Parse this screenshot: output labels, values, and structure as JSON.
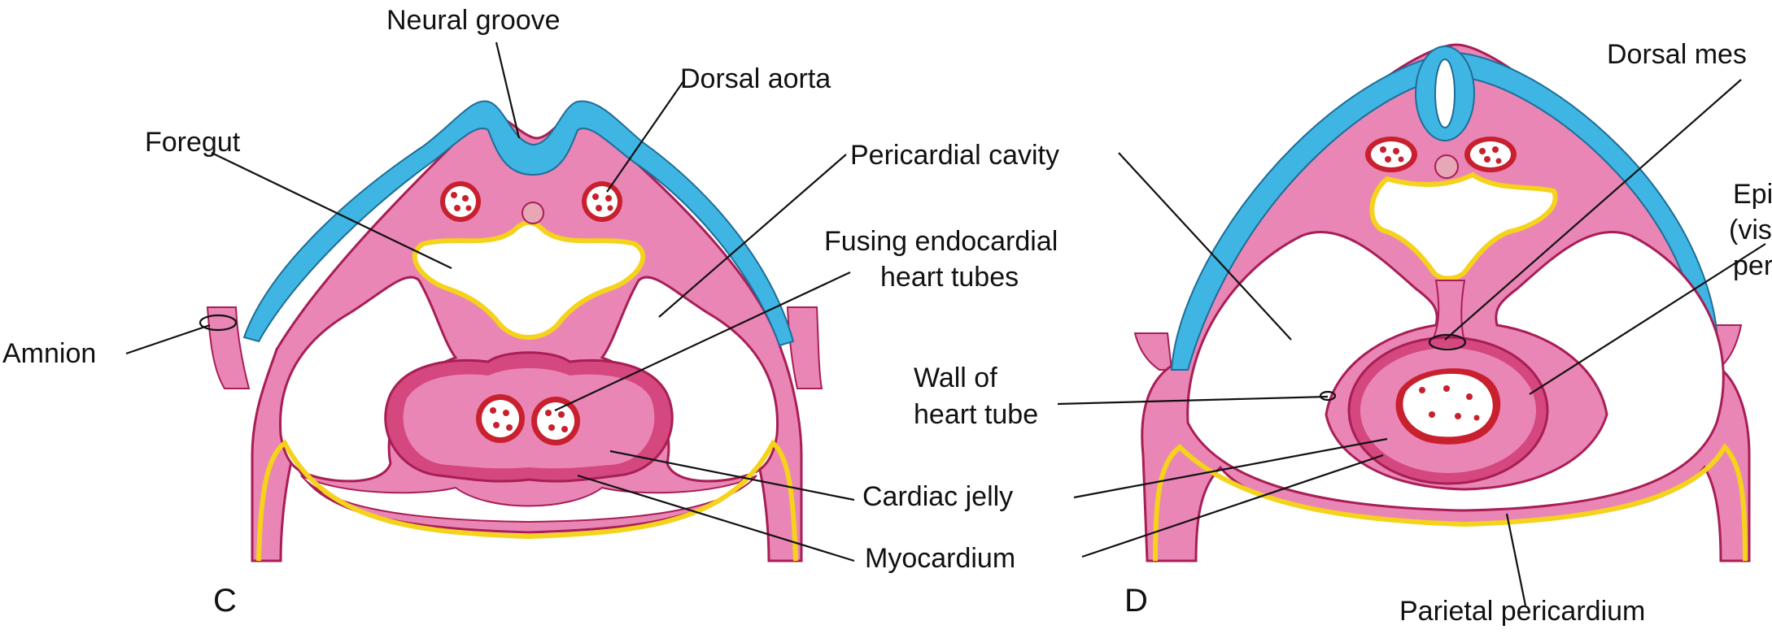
{
  "colors": {
    "tissue": "#e986b5",
    "tissue_dark": "#d4477f",
    "outline": "#a81e55",
    "ectoderm": "#3fb5e3",
    "endoderm": "#f5d21b",
    "blood_vessel": "#c8202e",
    "lumen": "#ffffff"
  },
  "panels": [
    {
      "letter": "C",
      "labels": {
        "neural_groove": "Neural groove",
        "dorsal_aorta": "Dorsal aorta",
        "foregut": "Foregut",
        "pericardial_cavity": "Pericardial cavity",
        "fusing_line1": "Fusing endocardial",
        "fusing_line2": "heart tubes",
        "amnion": "Amnion",
        "cardiac_jelly": "Cardiac jelly",
        "myocardium": "Myocardium"
      }
    },
    {
      "letter": "D",
      "labels": {
        "dorsal_mesocardium": "Dorsal mes",
        "epi_line1": "Epi",
        "epi_line2": "(vis",
        "epi_line3": "per",
        "wall_line1": "Wall of",
        "wall_line2": "heart tube",
        "parietal_pericardium": "Parietal pericardium"
      }
    }
  ]
}
